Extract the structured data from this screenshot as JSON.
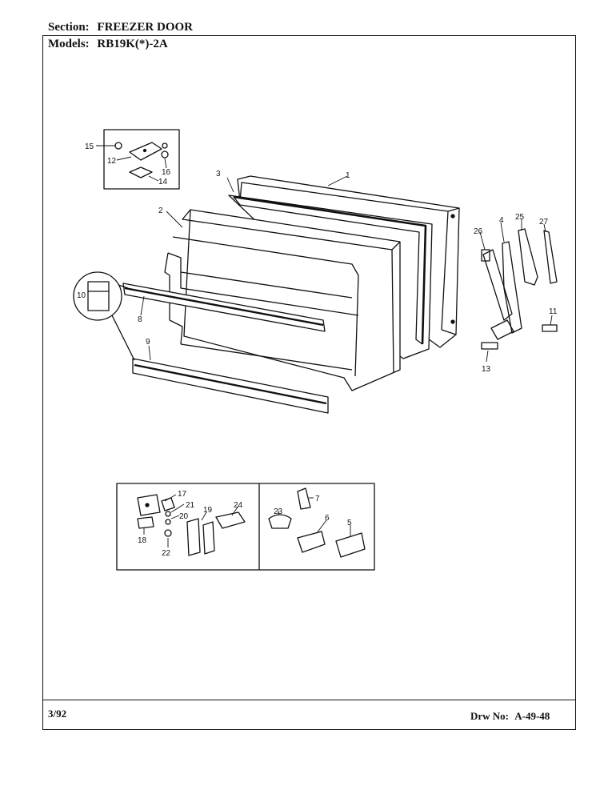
{
  "header": {
    "section_label": "Section:",
    "section_value": "FREEZER DOOR",
    "models_label": "Models:",
    "models_value": "RB19K(*)-2A"
  },
  "footer": {
    "date": "3/92",
    "drawing_label": "Drw No:",
    "drawing_number": "A-49-48"
  },
  "callouts": [
    "1",
    "2",
    "3",
    "4",
    "5",
    "6",
    "7",
    "8",
    "9",
    "10",
    "11",
    "12",
    "13",
    "14",
    "15",
    "16",
    "17",
    "18",
    "19",
    "20",
    "21",
    "22",
    "23",
    "24",
    "25",
    "26",
    "27"
  ]
}
